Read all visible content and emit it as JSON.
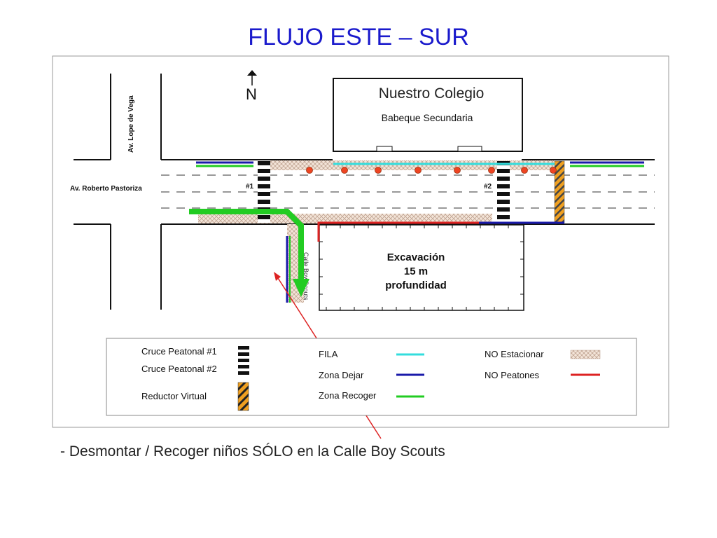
{
  "title": "FLUJO ESTE – SUR",
  "north": "N",
  "streets": {
    "lope_de_vega": "Av. Lope de Vega",
    "roberto_pastoriza": "Av. Roberto Pastoriza",
    "boy_scouts": "Calle Boy Scouts"
  },
  "school": {
    "name": "Nuestro Colegio",
    "subtitle": "Babeque Secundaria"
  },
  "excavation": {
    "line1": "Excavación",
    "line2": "15 m",
    "line3": "profundidad"
  },
  "crossings": [
    "#1",
    "#2"
  ],
  "legend": {
    "cruce1": "Cruce Peatonal #1",
    "cruce2": "Cruce Peatonal #2",
    "reductor": "Reductor Virtual",
    "fila": "FILA",
    "zona_dejar": "Zona Dejar",
    "zona_recoger": "Zona Recoger",
    "no_estacionar": "NO Estacionar",
    "no_peatones": "NO Peatones"
  },
  "colors": {
    "title": "#1a1acc",
    "fila": "#33dddd",
    "zona_dejar": "#1a1aaa",
    "zona_recoger": "#22cc22",
    "no_peatones": "#dd2222",
    "cone": "#ee4422",
    "reductor": "#f0a020"
  },
  "note": "- Desmontar / Recoger niños SÓLO en la Calle Boy Scouts"
}
